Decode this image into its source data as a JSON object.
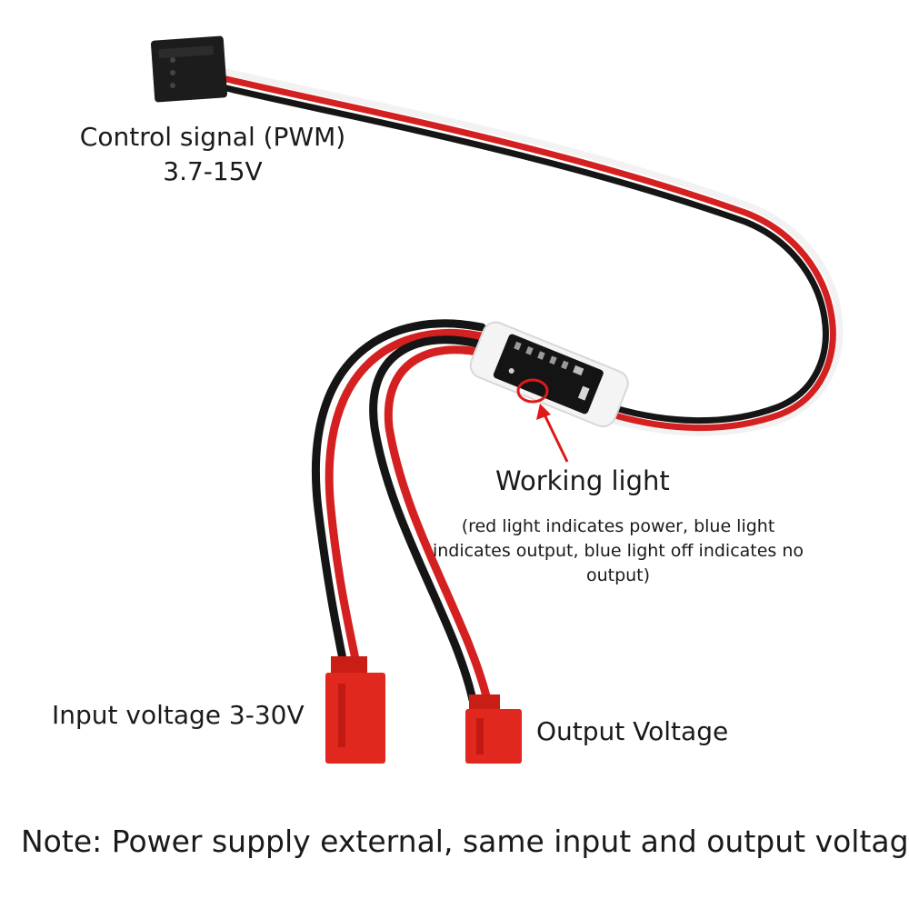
{
  "labels": {
    "control_line1": "Control signal (PWM)",
    "control_line2": "3.7-15V",
    "working_light": "Working light",
    "working_light_note": "(red light indicates power, blue light indicates output, blue light off indicates no output)",
    "input_voltage": "Input voltage 3-30V",
    "output_voltage": "Output Voltage"
  },
  "footer_note": "Note: Power supply external, same input and output voltage",
  "colors": {
    "wire_red": "#d42020",
    "wire_black": "#151515",
    "connector_red": "#e0281e",
    "connector_black": "#1c1c1c",
    "pcb": "#141414",
    "arrow": "#e01818",
    "highlight_circle": "#e01818"
  },
  "icons": {
    "dupont_connector": "three-pin-servo-plug-icon",
    "jst_connector": "red-jst-plug-icon",
    "module": "pcb-module-icon"
  }
}
